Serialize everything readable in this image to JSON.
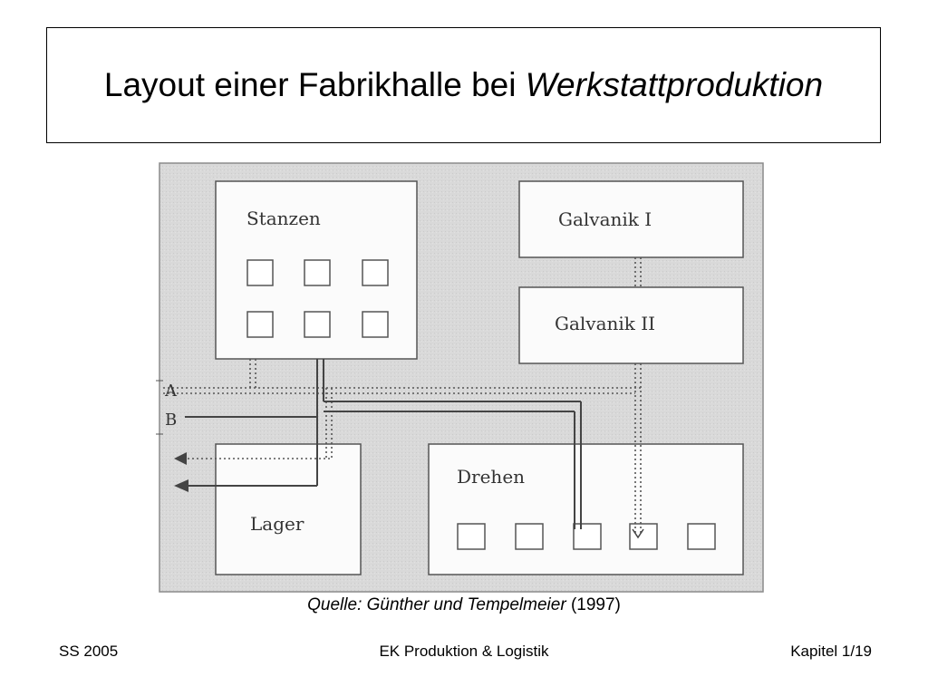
{
  "slide": {
    "title_main": "Layout einer Fabrikhalle bei",
    "title_emphasis": "Werkstattproduktion"
  },
  "diagram": {
    "departments": {
      "stanzen": "Stanzen",
      "galvanik1": "Galvanik I",
      "galvanik2": "Galvanik II",
      "lager": "Lager",
      "drehen": "Drehen"
    },
    "flows": {
      "a": "A",
      "b": "B"
    },
    "colors": {
      "hall_background": "#d8d8d8",
      "department_fill": "#fbfbfb",
      "line_color": "#444444"
    }
  },
  "source": {
    "italic": "Quelle: Günther und Tempelmeier",
    "year": "(1997)"
  },
  "footer": {
    "left": "SS 2005",
    "center": "EK Produktion & Logistik",
    "right": "Kapitel 1/19"
  }
}
